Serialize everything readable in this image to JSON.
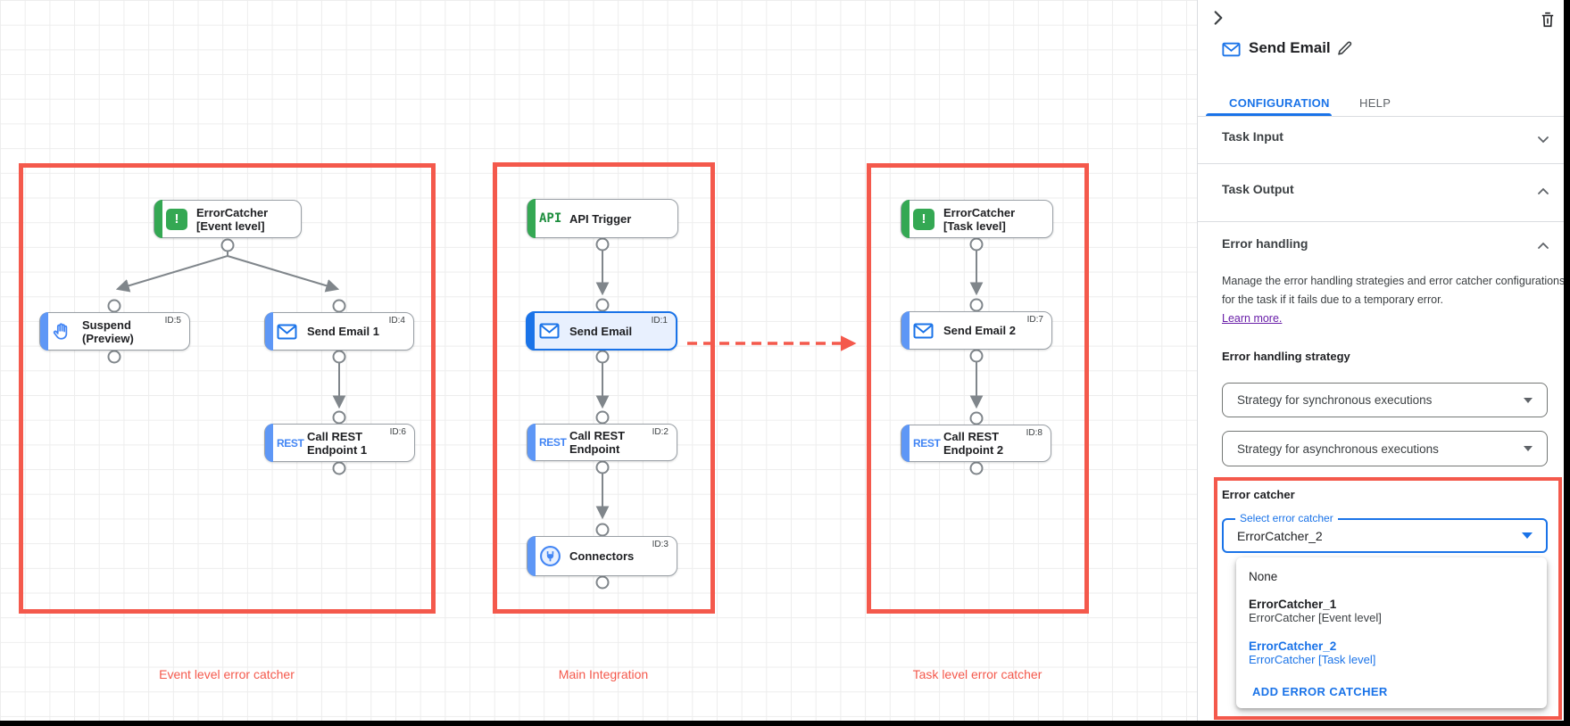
{
  "canvas": {
    "group_labels": [
      "Event level error catcher",
      "Main Integration",
      "Task level error catcher"
    ],
    "nodes": {
      "ec_event": {
        "title": "ErrorCatcher [Event level]"
      },
      "suspend": {
        "title": "Suspend (Preview)",
        "id": "ID:5"
      },
      "send_email_1": {
        "title": "Send Email 1",
        "id": "ID:4"
      },
      "call_rest_1": {
        "title": "Call REST Endpoint 1",
        "id": "ID:6"
      },
      "api_trigger": {
        "title": "API Trigger"
      },
      "send_email": {
        "title": "Send Email",
        "id": "ID:1"
      },
      "call_rest": {
        "title": "Call REST Endpoint",
        "id": "ID:2"
      },
      "connectors": {
        "title": "Connectors",
        "id": "ID:3"
      },
      "ec_task": {
        "title": "ErrorCatcher [Task level]"
      },
      "send_email_2": {
        "title": "Send Email 2",
        "id": "ID:7"
      },
      "call_rest_2": {
        "title": "Call REST Endpoint 2",
        "id": "ID:8"
      }
    },
    "icon_glyphs": {
      "error_catcher": "!",
      "api": "API",
      "rest": "REST"
    }
  },
  "panel": {
    "title": "Send Email",
    "tabs": {
      "configuration": "CONFIGURATION",
      "help": "HELP"
    },
    "sections": {
      "task_input": "Task Input",
      "task_output": "Task Output",
      "error_handling": "Error handling"
    },
    "error_handling": {
      "description": "Manage the error handling strategies and error catcher configurations for the task if it fails due to a temporary error.",
      "learn_more": "Learn more.",
      "strategy_label": "Error handling strategy",
      "sync_dropdown": "Strategy for synchronous executions",
      "async_dropdown": "Strategy for asynchronous executions",
      "error_catcher_label": "Error catcher",
      "select_label": "Select error catcher",
      "select_value": "ErrorCatcher_2",
      "menu": {
        "none": "None",
        "ec1_name": "ErrorCatcher_1",
        "ec1_desc": "ErrorCatcher [Event level]",
        "ec2_name": "ErrorCatcher_2",
        "ec2_desc": "ErrorCatcher [Task level]",
        "add_button": "ADD ERROR CATCHER"
      }
    }
  },
  "colors": {
    "accent_blue": "#1a73e8",
    "annotation_red": "#f4594c",
    "node_green": "#34a853",
    "node_blue_bar": "#5e97f6",
    "link_purple": "#681da8",
    "wire_gray": "#80868b",
    "alert_dot_red": "#e94235"
  }
}
